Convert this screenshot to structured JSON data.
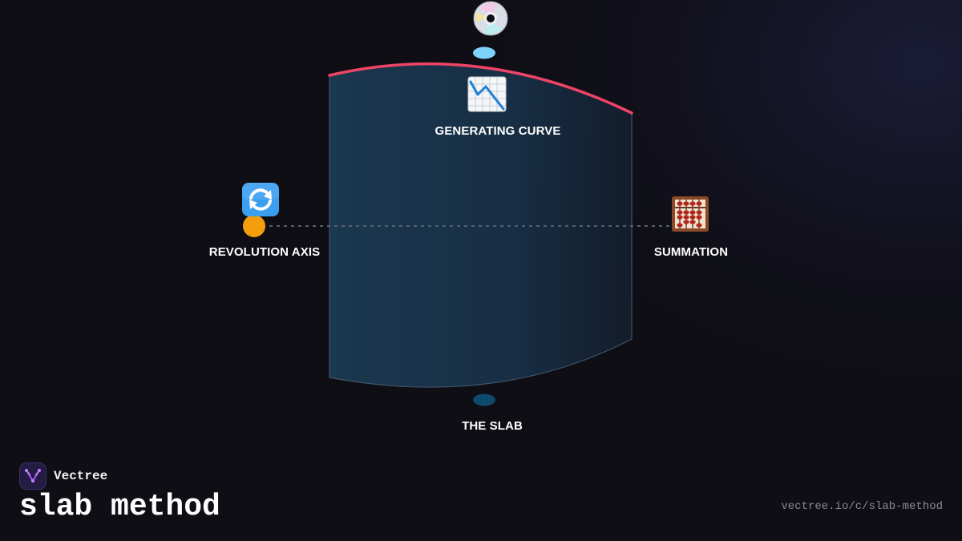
{
  "diagram": {
    "nodes": {
      "generating_curve": {
        "label": "GENERATING CURVE",
        "icon": "chart-decreasing-icon"
      },
      "revolution_axis": {
        "label": "REVOLUTION AXIS",
        "icon": "counterclockwise-arrows-icon"
      },
      "summation": {
        "label": "SUMMATION",
        "icon": "abacus-icon"
      },
      "the_slab": {
        "label": "THE SLAB",
        "icon": "disc-icon"
      }
    },
    "colors": {
      "curve": "#ef4466",
      "slab_fill": "#1b3a52",
      "axis_node": "#f59e0b",
      "top_node": "#7dd3fc",
      "bottom_node": "#0e4a6e",
      "axis_line": "#56606e"
    }
  },
  "brand": {
    "name": "Vectree",
    "logo_icon": "vectree-logo-icon"
  },
  "page": {
    "title": "slab method",
    "url": "vectree.io/c/slab-method"
  }
}
